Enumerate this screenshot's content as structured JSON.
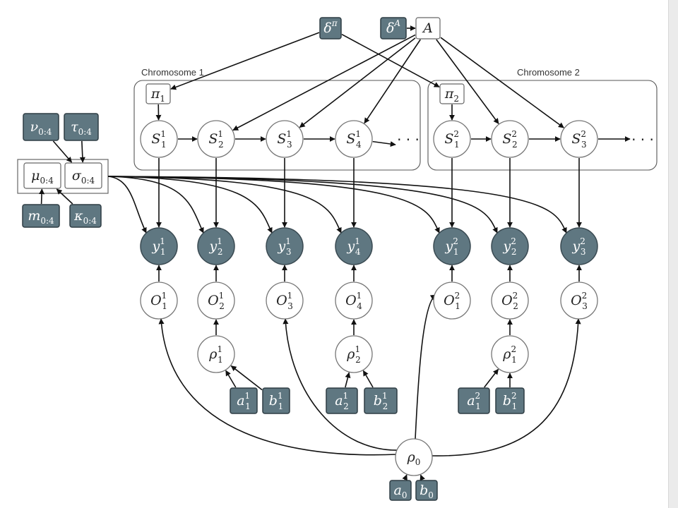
{
  "plates": {
    "chromosome_1": "Chromosome 1",
    "chromosome_2": "Chromosome 2"
  },
  "labels": {
    "delta_pi": {
      "base": "δ",
      "sup": "π",
      "sub": ""
    },
    "delta_A": {
      "base": "δ",
      "sup": "A",
      "sub": ""
    },
    "A": {
      "base": "A",
      "sup": "",
      "sub": ""
    },
    "pi_1": {
      "base": "π",
      "sup": "",
      "sub": "1"
    },
    "pi_2": {
      "base": "π",
      "sup": "",
      "sub": "2"
    },
    "nu": {
      "base": "ν",
      "sup": "",
      "sub": "0:4"
    },
    "tau": {
      "base": "τ",
      "sup": "",
      "sub": "0:4"
    },
    "mu": {
      "base": "μ",
      "sup": "",
      "sub": "0:4"
    },
    "sigma": {
      "base": "σ",
      "sup": "",
      "sub": "0:4"
    },
    "m": {
      "base": "m",
      "sup": "",
      "sub": "0:4"
    },
    "kappa": {
      "base": "κ",
      "sup": "",
      "sub": "0:4"
    },
    "S1_1": {
      "base": "S",
      "sup": "1",
      "sub": "1"
    },
    "S1_2": {
      "base": "S",
      "sup": "1",
      "sub": "2"
    },
    "S1_3": {
      "base": "S",
      "sup": "1",
      "sub": "3"
    },
    "S1_4": {
      "base": "S",
      "sup": "1",
      "sub": "4"
    },
    "S2_1": {
      "base": "S",
      "sup": "2",
      "sub": "1"
    },
    "S2_2": {
      "base": "S",
      "sup": "2",
      "sub": "2"
    },
    "S2_3": {
      "base": "S",
      "sup": "2",
      "sub": "3"
    },
    "y1_1": {
      "base": "y",
      "sup": "1",
      "sub": "1"
    },
    "y1_2": {
      "base": "y",
      "sup": "1",
      "sub": "2"
    },
    "y1_3": {
      "base": "y",
      "sup": "1",
      "sub": "3"
    },
    "y1_4": {
      "base": "y",
      "sup": "1",
      "sub": "4"
    },
    "y2_1": {
      "base": "y",
      "sup": "2",
      "sub": "1"
    },
    "y2_2": {
      "base": "y",
      "sup": "2",
      "sub": "2"
    },
    "y2_3": {
      "base": "y",
      "sup": "2",
      "sub": "3"
    },
    "O1_1": {
      "base": "O",
      "sup": "1",
      "sub": "1"
    },
    "O1_2": {
      "base": "O",
      "sup": "1",
      "sub": "2"
    },
    "O1_3": {
      "base": "O",
      "sup": "1",
      "sub": "3"
    },
    "O1_4": {
      "base": "O",
      "sup": "1",
      "sub": "4"
    },
    "O2_1": {
      "base": "O",
      "sup": "2",
      "sub": "1"
    },
    "O2_2": {
      "base": "O",
      "sup": "2",
      "sub": "2"
    },
    "O2_3": {
      "base": "O",
      "sup": "2",
      "sub": "3"
    },
    "rho1_1": {
      "base": "ρ",
      "sup": "1",
      "sub": "1"
    },
    "rho1_2": {
      "base": "ρ",
      "sup": "1",
      "sub": "2"
    },
    "rho2_1": {
      "base": "ρ",
      "sup": "2",
      "sub": "1"
    },
    "a1_1": {
      "base": "a",
      "sup": "1",
      "sub": "1"
    },
    "b1_1": {
      "base": "b",
      "sup": "1",
      "sub": "1"
    },
    "a1_2": {
      "base": "a",
      "sup": "1",
      "sub": "2"
    },
    "b1_2": {
      "base": "b",
      "sup": "1",
      "sub": "2"
    },
    "a2_1": {
      "base": "a",
      "sup": "2",
      "sub": "1"
    },
    "b2_1": {
      "base": "b",
      "sup": "2",
      "sub": "1"
    },
    "rho_0": {
      "base": "ρ",
      "sup": "",
      "sub": "0"
    },
    "a_0": {
      "base": "a",
      "sup": "",
      "sub": "0"
    },
    "b_0": {
      "base": "b",
      "sup": "",
      "sub": "0"
    },
    "dots_chr1": "· · ·",
    "dots_chr2": "· · ·"
  },
  "colors": {
    "parameter_fill": "#5f7781",
    "observed_fill": "#5f7781",
    "edge": "#111111"
  }
}
